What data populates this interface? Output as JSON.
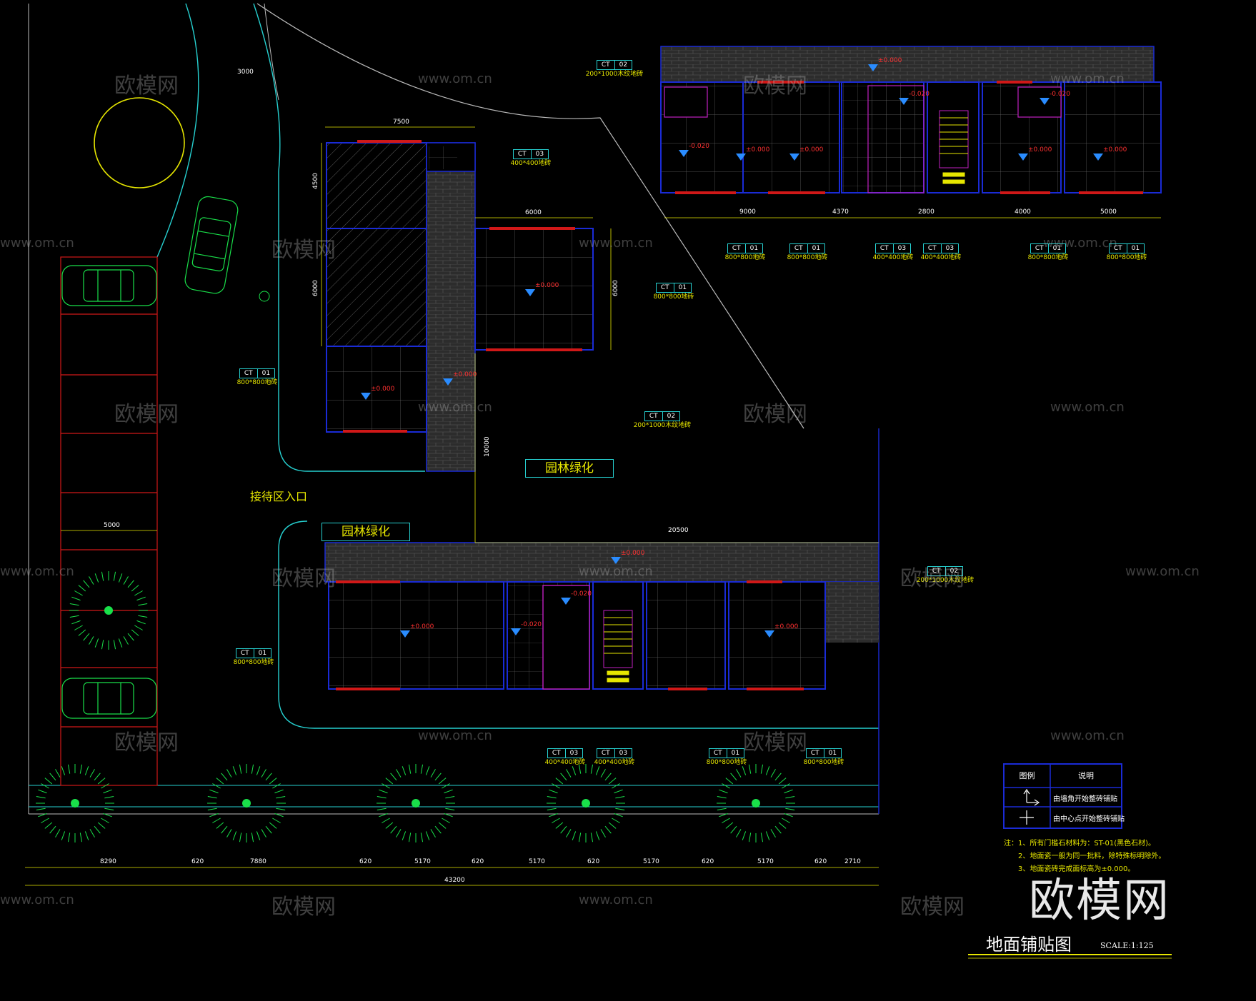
{
  "drawing": {
    "title": "地面铺贴图",
    "scale": "SCALE:1:125",
    "watermark_brand": "欧模网",
    "watermark_url": "www.om.cn",
    "colors": {
      "background": "#000000",
      "wall": "#1a2bd6",
      "cyan": "#26d0d0",
      "yellow": "#e6e600",
      "red": "#d01818",
      "green": "#19e04a",
      "white": "#ffffff",
      "brick": "#4a4a4a",
      "marker": "#2a8cff"
    }
  },
  "zones": {
    "garden_1": "园林绿化",
    "garden_2": "园林绿化",
    "entrance": "接待区入口"
  },
  "tags": [
    {
      "code": "CT",
      "num": "02",
      "spec": "200*1000木纹地砖"
    },
    {
      "code": "CT",
      "num": "03",
      "spec": "400*400地砖"
    },
    {
      "code": "CT",
      "num": "01",
      "spec": "800*800地砖"
    },
    {
      "code": "CT",
      "num": "01",
      "spec": "800*800地砖"
    },
    {
      "code": "CT",
      "num": "02",
      "spec": "200*1000木纹地砖"
    },
    {
      "code": "CT",
      "num": "02",
      "spec": "200*1000木纹地砖"
    },
    {
      "code": "CT",
      "num": "01",
      "spec": "800*800地砖"
    },
    {
      "code": "CT",
      "num": "03",
      "spec": "400*400地砖"
    },
    {
      "code": "CT",
      "num": "03",
      "spec": "400*400地砖"
    },
    {
      "code": "CT",
      "num": "01",
      "spec": "800*800地砖"
    },
    {
      "code": "CT",
      "num": "01",
      "spec": "800*800地砖"
    },
    {
      "code": "CT",
      "num": "01",
      "spec": "800*800地砖"
    },
    {
      "code": "CT",
      "num": "01",
      "spec": "800*800地砖"
    },
    {
      "code": "CT",
      "num": "03",
      "spec": "400*400地砖"
    },
    {
      "code": "CT",
      "num": "03",
      "spec": "400*400地砖"
    },
    {
      "code": "CT",
      "num": "01",
      "spec": "800*800地砖"
    },
    {
      "code": "CT",
      "num": "01",
      "spec": "800*800地砖"
    }
  ],
  "dimensions": {
    "top_bar": [
      "9000",
      "4370",
      "2800",
      "4000",
      "5000"
    ],
    "bottom_bar": [
      "8290",
      "620",
      "7880",
      "620",
      "5170",
      "620",
      "5170",
      "620",
      "5170",
      "620",
      "5170",
      "620",
      "2710"
    ],
    "total": "43200",
    "misc": [
      "3000",
      "7500",
      "4500",
      "6000",
      "6000",
      "6000",
      "10000",
      "20500",
      "5000"
    ]
  },
  "elevations": [
    "±0.000",
    "-0.020"
  ],
  "legend": {
    "header_symbol": "图例",
    "header_desc": "说明",
    "row1": "由墙角开始整砖铺贴",
    "row2": "由中心点开始整砖铺贴"
  },
  "notes": {
    "line1": "注：1、所有门槛石材料为：ST-01(黑色石材)。",
    "line2": "2、地面瓷一般为同一批料，除特殊标明除外。",
    "line3": "3、地面瓷砖完成面标高为±0.000。"
  }
}
